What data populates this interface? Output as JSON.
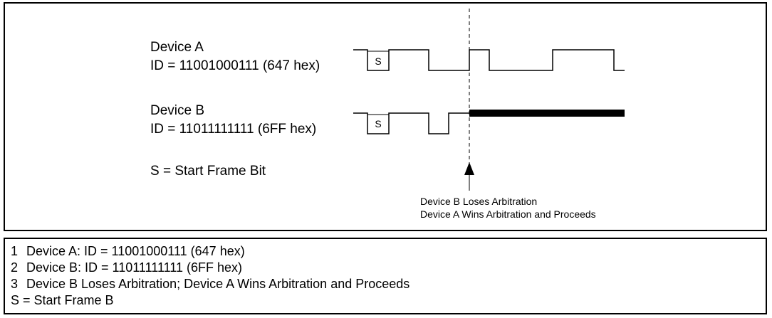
{
  "diagram": {
    "device_a": {
      "name": "Device A",
      "id_line": "ID = 11001000111 (647 hex)"
    },
    "device_b": {
      "name": "Device B",
      "id_line": "ID = 11011111111 (6FF hex)"
    },
    "start_bit_marker": "S",
    "start_bit_note": "S = Start Frame Bit",
    "arrow_caption_1": "Device B Loses Arbitration",
    "arrow_caption_2": "Device A Wins Arbitration and Proceeds"
  },
  "legend": [
    {
      "num": "1",
      "text": "Device A: ID = 11001000111 (647 hex)"
    },
    {
      "num": "2",
      "text": "Device B: ID = 11011111111 (6FF hex)"
    },
    {
      "num": "3",
      "text": "Device B Loses Arbitration; Device A Wins Arbitration and Proceeds"
    },
    {
      "num": "",
      "text": "S = Start Frame B"
    }
  ]
}
